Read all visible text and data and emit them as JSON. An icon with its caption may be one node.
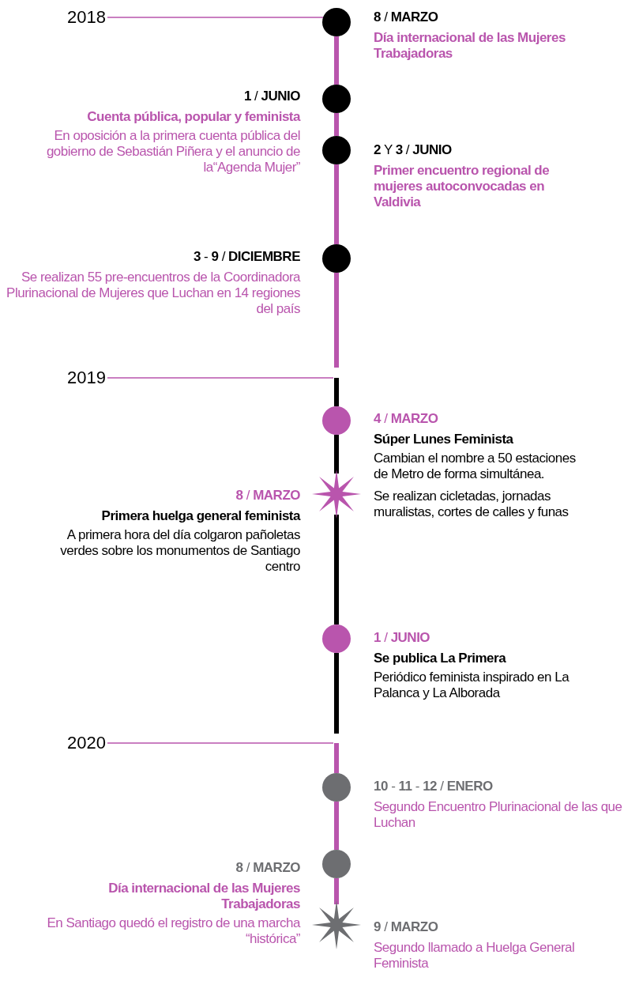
{
  "diagram": {
    "nodes": [
      {
        "text": [
          "2018"
        ]
      },
      {
        "text": [],
        "shape": "circle",
        "beside": [
          "**8** / **MARZO**",
          "Día internacional de las Mujeres Trabajadoras"
        ]
      },
      {
        "text": [],
        "shape": "circle",
        "beside": [
          "**1** / **JUNIO**",
          "Cuenta pública, popular y feminista",
          "En oposición a la primera cuenta pública del gobierno de Sebastián Piñera y el anuncio de la“Agenda Mujer”"
        ]
      },
      {
        "text": [],
        "shape": "circle",
        "beside": [
          "**2** Y **3** / **JUNIO**",
          "Primer encuentro regional de mujeres autoconvocadas en Valdivia"
        ]
      },
      {
        "text": [],
        "shape": "circle",
        "beside": [
          "**3** - **9** / **DICIEMBRE**",
          "Se realizan 55 pre-encuentros de la Coordinadora Plurinacional de Mujeres que Luchan en 14 regiones del país"
        ]
      },
      {
        "text": [
          "2019"
        ]
      },
      {
        "text": [],
        "shape": "circle",
        "beside": [
          "**4** / **MARZO**",
          "Súper Lunes Feminista",
          "Cambian el nombre a 50 estaciones de Metro de forma simultánea.",
          "Se realizan cicletadas, jornadas muralistas, cortes de calles y funas"
        ]
      },
      {
        "text": [],
        "shape": "star",
        "beside": [
          "**8** / **MARZO**",
          "Primera huelga general feminista",
          "A primera hora del día colgaron pañoletas verdes sobre los monumentos de Santiago centro"
        ]
      },
      {
        "text": [],
        "shape": "circle",
        "beside": [
          "**1** / **JUNIO**",
          "Se publica La Primera",
          "Periódico feminista inspirado en La Palanca y La Alborada"
        ]
      },
      {
        "text": [
          "2020"
        ]
      },
      {
        "text": [],
        "shape": "circle",
        "beside": [
          "**10** - **11** - **12** / **ENERO**",
          "Segundo Encuentro Plurinacional de las que Luchan"
        ]
      },
      {
        "text": [],
        "shape": "circle",
        "beside": [
          "**8** / **MARZO**",
          "Día internacional de las Mujeres Trabajadoras",
          "En Santiago quedó el registro de una marcha “histórica”"
        ]
      },
      {
        "text": [],
        "shape": "star",
        "beside": [
          "**9** / **MARZO**",
          "Segundo llamado a Huelga General Feminista"
        ]
      }
    ],
    "edges": [
      {
        "from": 0,
        "to": 1,
        "arrow": "none"
      },
      {
        "from": 1,
        "to": 2,
        "arrow": "none"
      },
      {
        "from": 2,
        "to": 3,
        "arrow": "none"
      },
      {
        "from": 3,
        "to": 4,
        "arrow": "none"
      },
      {
        "from": 4,
        "to": null,
        "arrow": "none"
      },
      {
        "from": 5,
        "to": null,
        "arrow": "none"
      },
      {
        "from": null,
        "to": 6,
        "arrow": "none",
        "color": "#000000"
      },
      {
        "from": 6,
        "to": 7,
        "arrow": "none",
        "color": "#000000"
      },
      {
        "from": 7,
        "to": 8,
        "arrow": "none",
        "color": "#000000"
      },
      {
        "from": 8,
        "to": null,
        "arrow": "none",
        "color": "#000000"
      },
      {
        "from": 9,
        "to": null,
        "arrow": "none"
      },
      {
        "from": null,
        "to": 10,
        "arrow": "none"
      },
      {
        "from": 10,
        "to": 11,
        "arrow": "none"
      },
      {
        "from": 11,
        "to": 12,
        "arrow": "none"
      }
    ]
  }
}
